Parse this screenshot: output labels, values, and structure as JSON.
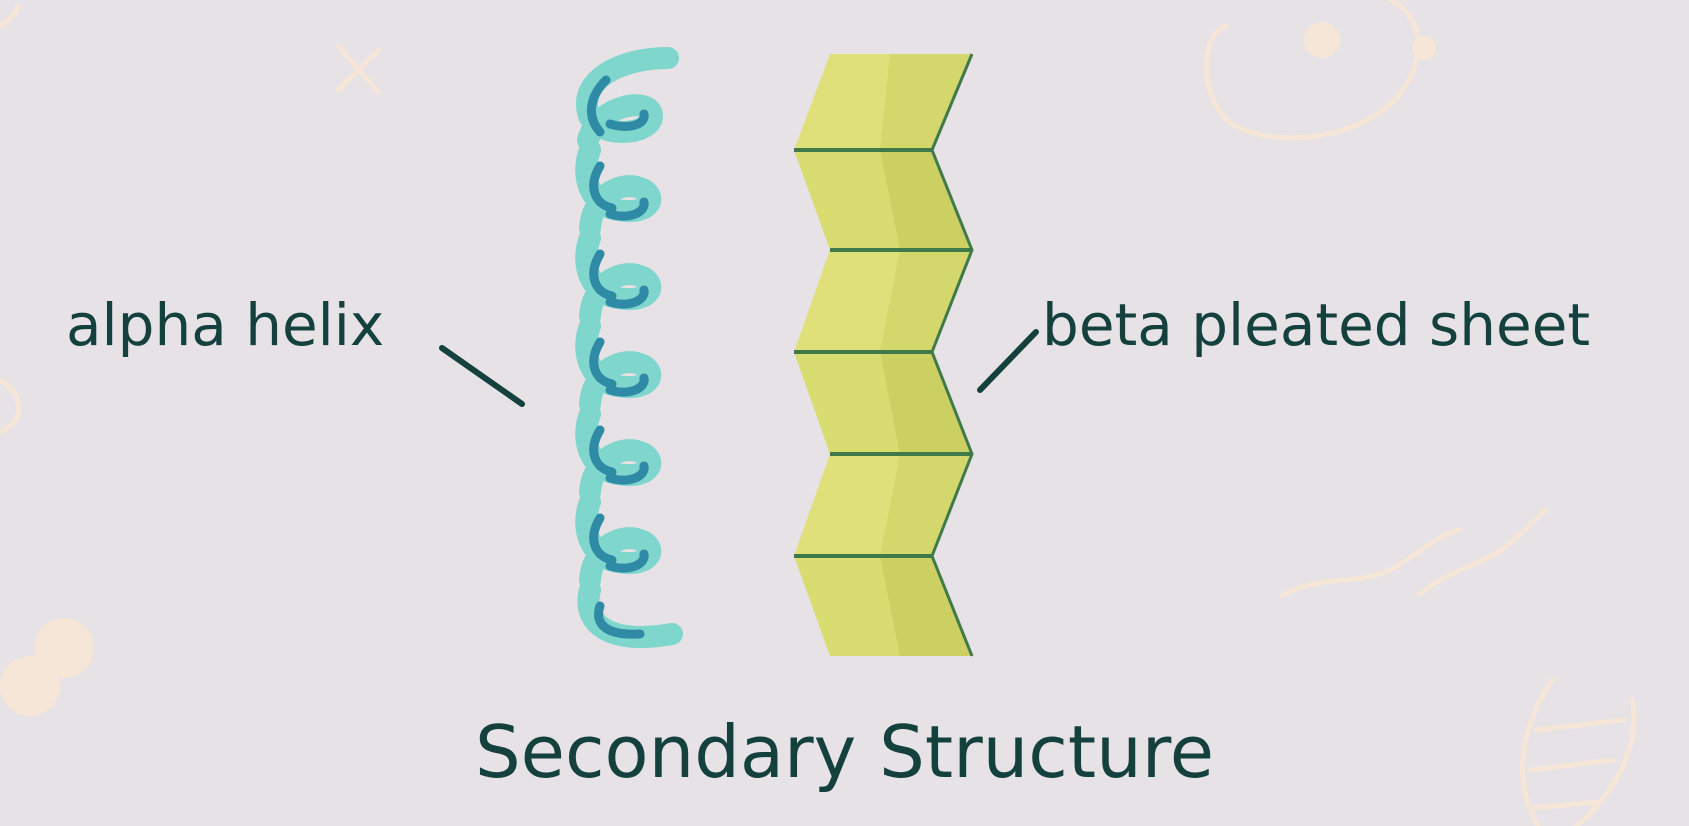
{
  "labels": {
    "alpha": "alpha helix",
    "beta": "beta pleated sheet"
  },
  "title": "Secondary Structure",
  "colors": {
    "background": "#e6e2e6",
    "text": "#14413d",
    "helix_outer": "#7fd6cc",
    "helix_inner": "#2f8aa6",
    "sheet_fill": "#dfe07a",
    "sheet_lines": "#3f7a4a",
    "doodles": "#f6e6d7"
  },
  "icons": {
    "helix": "alpha-helix-icon",
    "sheet": "beta-sheet-icon",
    "dna": "dna-icon",
    "cell": "cell-icon",
    "cross": "cross-icon",
    "squiggle": "squiggle-icon"
  }
}
